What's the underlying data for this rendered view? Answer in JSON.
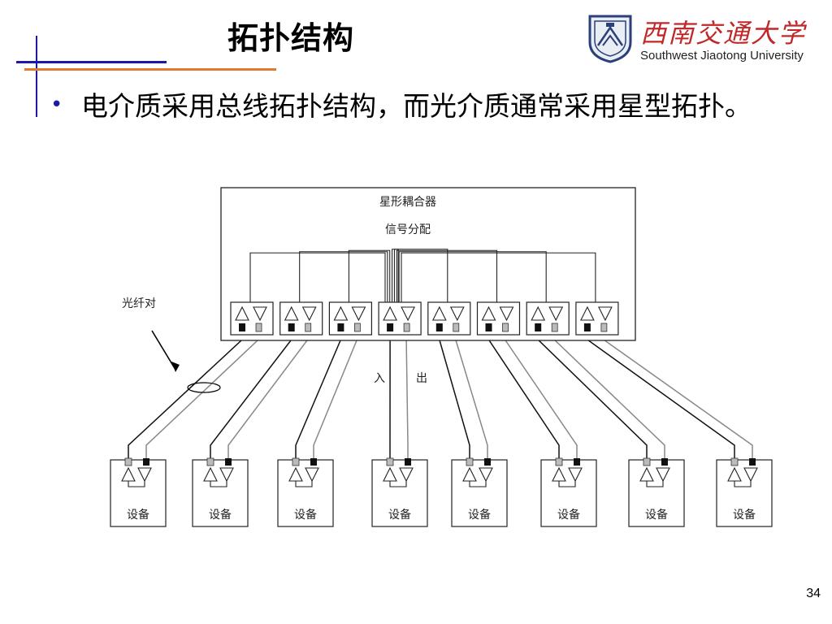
{
  "title": "拓扑结构",
  "logo": {
    "name_cn": "西南交通大学",
    "name_en": "Southwest Jiaotong University",
    "icon": "university-seal-icon"
  },
  "bullet": {
    "text": "电介质采用总线拓扑结构，而光介质通常采用星型拓扑。"
  },
  "diagram": {
    "coupler_label": "星形耦合器",
    "signal_label": "信号分配",
    "fiber_pair_label": "光纤对",
    "in_label": "入",
    "out_label": "出",
    "device_label": "设备",
    "port_count": 8,
    "device_count": 8
  },
  "page_number": "34",
  "colors": {
    "accent_blue": "#1a1aa6",
    "accent_orange": "#e07a2e",
    "logo_red": "#c0282a"
  }
}
